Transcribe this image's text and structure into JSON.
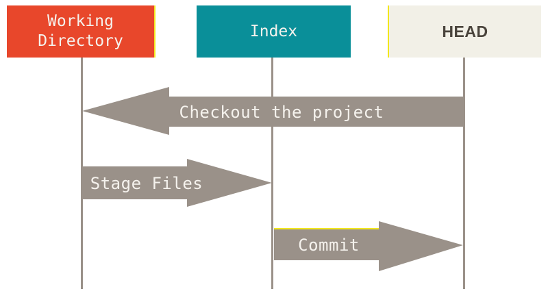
{
  "diagram": {
    "type": "git-data-flow-sequence",
    "background": "#FFFFFF",
    "lanes": [
      {
        "id": "working-directory",
        "label": "Working Directory",
        "box_color": "#E8472B",
        "text_color": "#F5F2ED"
      },
      {
        "id": "index",
        "label": "Index",
        "box_color": "#0A8F99",
        "text_color": "#F5F2ED"
      },
      {
        "id": "head",
        "label": "HEAD",
        "box_color": "#F2F0E7",
        "text_color": "#4A443C"
      }
    ],
    "arrows": [
      {
        "id": "checkout",
        "label": "Checkout the project",
        "direction": "left",
        "from": "HEAD",
        "to": "Working Directory"
      },
      {
        "id": "stage",
        "label": "Stage Files",
        "direction": "right",
        "from": "Working Directory",
        "to": "Index"
      },
      {
        "id": "commit",
        "label": "Commit",
        "direction": "right",
        "from": "Index",
        "to": "HEAD"
      }
    ],
    "colors": {
      "arrow": "#9A9189",
      "lifeline": "#9A9189",
      "arrow_text": "#F5F2ED",
      "highlight_yellow": "#F2E71E"
    }
  }
}
